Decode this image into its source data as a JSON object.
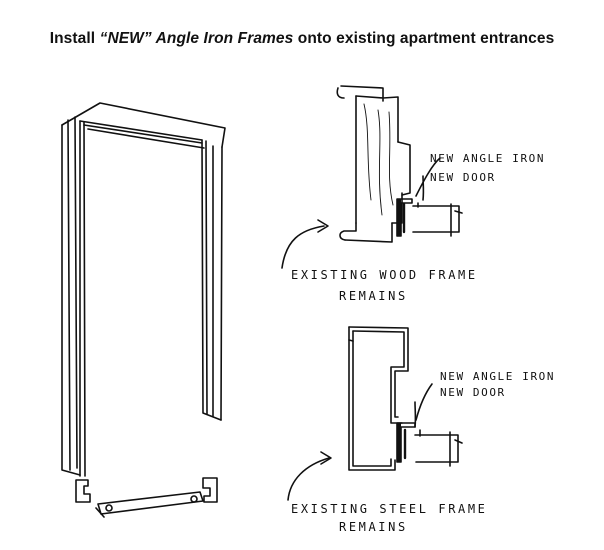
{
  "title": {
    "part1": "Install ",
    "part2": "“NEW” Angle Iron Frames",
    "part3": " onto existing apartment entrances"
  },
  "labels": {
    "wood_angle_iron": "NEW ANGLE IRON",
    "wood_new_door": "NEW DOOR",
    "wood_frame_line1": "EXISTING WOOD FRAME",
    "wood_frame_line2": "REMAINS",
    "steel_angle_iron": "NEW ANGLE IRON",
    "steel_new_door": "NEW DOOR",
    "steel_frame_line1": "EXISTING STEEL FRAME",
    "steel_frame_line2": "REMAINS"
  }
}
